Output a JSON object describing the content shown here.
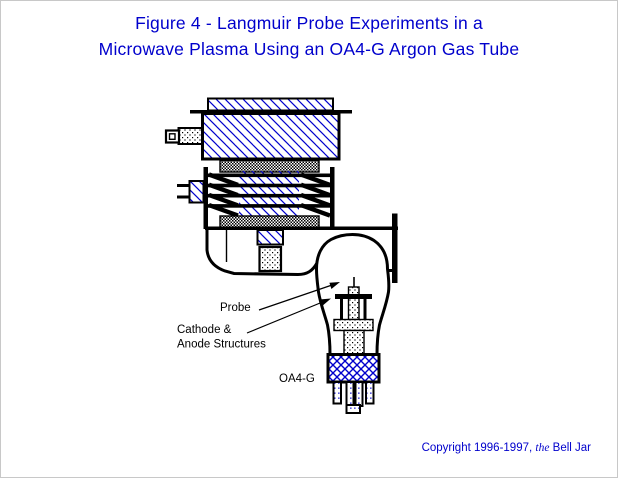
{
  "title": {
    "line1": "Figure 4 - Langmuir Probe Experiments in a",
    "line2": "Microwave Plasma Using an OA4-G Argon Gas Tube"
  },
  "diagram": {
    "labels": {
      "probe": "Probe",
      "cathode_line1": "Cathode &",
      "cathode_line2": "Anode Structures",
      "tube_name": "OA4-G"
    }
  },
  "footer": {
    "copyright_prefix": "Copyright 1996-1997, ",
    "copyright_the": "the",
    "copyright_suffix": " Bell Jar"
  },
  "colors": {
    "accent_text": "#0000cc",
    "hatch_blue": "#0000cc",
    "outline_black": "#000000",
    "background": "#ffffff",
    "frame_border": "#c8c8c8"
  }
}
